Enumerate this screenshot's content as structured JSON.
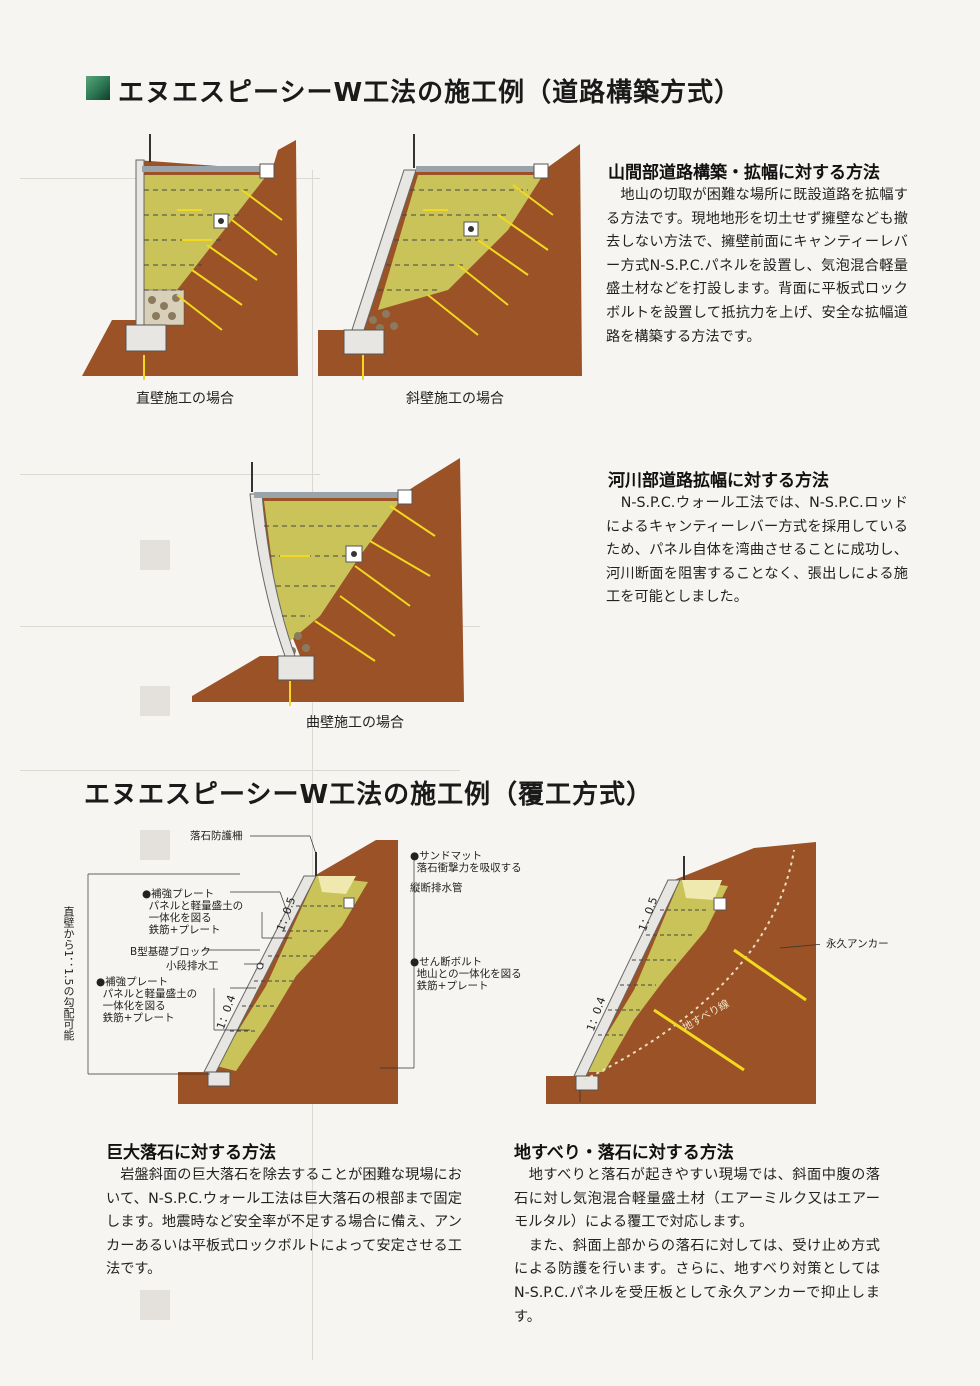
{
  "section1": {
    "title": "エヌエスピーシーW工法の施工例（道路構築方式）",
    "captions": {
      "vertical": "直壁施工の場合",
      "slanted": "斜壁施工の場合",
      "curved": "曲壁施工の場合"
    },
    "mountain": {
      "heading": "山間部道路構築・拡幅に対する方法",
      "body": "　地山の切取が困難な場所に既設道路を拡幅する方法です。現地地形を切土せず擁壁なども撤去しない方法で、擁壁前面にキャンティーレバー方式N-S.P.C.パネルを設置し、気泡混合軽量盛土材などを打設します。背面に平板式ロックボルトを設置して抵抗力を上げ、安全な拡幅道路を構築する方法です。"
    },
    "river": {
      "heading": "河川部道路拡幅に対する方法",
      "body": "　N-S.P.C.ウォール工法では、N-S.P.C.ロッドによるキャンティーレバー方式を採用しているため、パネル自体を湾曲させることに成功し、河川断面を阻害することなく、張出しによる施工を可能としました。"
    }
  },
  "section2": {
    "title": "エヌエスピーシーW工法の施工例（覆工方式）",
    "left_diagram": {
      "labels": {
        "rockfall_fence": "落石防護柵",
        "sand_mat": "●サンドマット\n  落石衝撃力を吸収する",
        "drain_pipe": "縦断排水管",
        "reinforce_plate_1": "●補強プレート\n  パネルと軽量盛土の\n  一体化を図る\n  鉄筋+プレート",
        "block": "B型基礎ブロック",
        "small_drain": "小段排水工",
        "shear_bolt": "●せん断ボルト\n  地山との一体化を図る\n  鉄筋+プレート",
        "reinforce_plate_2": "●補強プレート\n  パネルと軽量盛土の\n  一体化を図る\n  鉄筋+プレート",
        "vertical_note": "直壁から1：1.5の勾配可能",
        "ratio_upper": "1：0.5",
        "ratio_lower": "1：0.4"
      }
    },
    "right_diagram": {
      "labels": {
        "anchor": "永久アンカー",
        "slip_line": "地すべり線",
        "ratio_upper": "1：0.5",
        "ratio_lower": "1：0.4"
      }
    },
    "boulder": {
      "heading": "巨大落石に対する方法",
      "body": "　岩盤斜面の巨大落石を除去することが困難な現場において、N-S.P.C.ウォール工法は巨大落石の根部まで固定します。地震時など安全率が不足する場合に備え、アンカーあるいは平板式ロックボルトによって安定させる工法です。"
    },
    "landslide": {
      "heading": "地すべり・落石に対する方法",
      "body": "　地すべりと落石が起きやすい現場では、斜面中腹の落石に対し気泡混合軽量盛土材（エアーミルク又はエアーモルタル）による覆工で対応します。\n　また、斜面上部からの落石に対しては、受け止め方式による防護を行います。さらに、地すべり対策としてはN-S.P.C.パネルを受圧板として永久アンカーで抑止します。"
    }
  },
  "colors": {
    "soil": "#9a5226",
    "fill": "#c9c35a",
    "bolt": "#f2d81e",
    "accent": "#2f7a55"
  }
}
